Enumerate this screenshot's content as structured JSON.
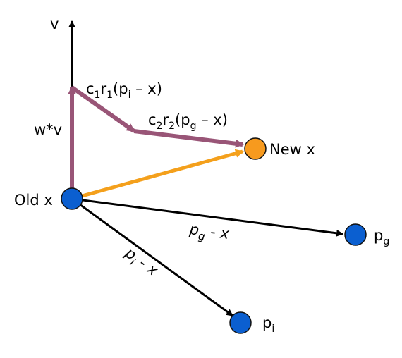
{
  "colors": {
    "axis": "#000000",
    "inertia": "#995577",
    "result": "#f4a01c",
    "node_blue": "#0b5fd0",
    "node_orange": "#f79a1e",
    "node_stroke": "#111111"
  },
  "labels": {
    "v_axis": "v",
    "wv": "w*v",
    "old_x": "Old x",
    "new_x": "New x",
    "cognitive": {
      "c": "c",
      "c_sub": "1",
      "r": "r",
      "r_sub": "1",
      "open": "(p",
      "p_sub": "i",
      "close": " – x)"
    },
    "social": {
      "c": "c",
      "c_sub": "2",
      "r": "r",
      "r_sub": "2",
      "open": "(p",
      "p_sub": "g",
      "close": " – x)"
    },
    "pg_minus_x": {
      "p": "p",
      "sub": "g",
      "rest": " - x"
    },
    "pi_minus_x": {
      "p": "p",
      "sub": "i",
      "rest": " - x"
    },
    "pg_node": {
      "p": "p",
      "sub": "g"
    },
    "pi_node": {
      "p": "p",
      "sub": "i"
    }
  }
}
